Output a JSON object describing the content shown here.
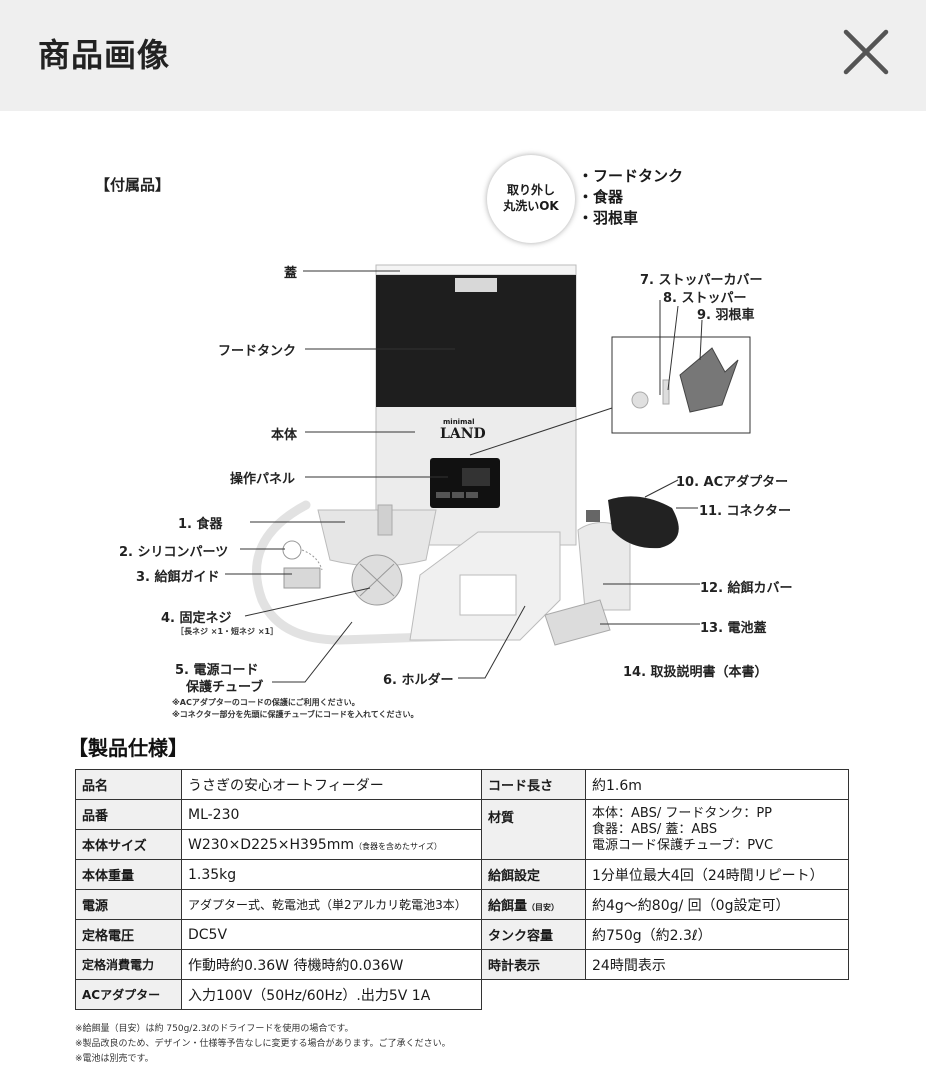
{
  "header": {
    "title": "商品画像"
  },
  "accessories": {
    "heading": "【付属品】",
    "badge": [
      "取り外し",
      "丸洗いOK"
    ],
    "washable": [
      "・フードタンク",
      "・食器",
      "・羽根車"
    ],
    "labels": {
      "lid": "蓋",
      "tank": "フードタンク",
      "body": "本体",
      "panel": "操作パネル",
      "p1": "1. 食器",
      "p2": "2. シリコンパーツ",
      "p3": "3. 給餌ガイド",
      "p4": "4. 固定ネジ",
      "p4sub": "［長ネジ ×1・短ネジ ×1］",
      "p5a": "5. 電源コード",
      "p5b": "保護チューブ",
      "p6": "6. ホルダー",
      "p7": "7. ストッパーカバー",
      "p8": "8. ストッパー",
      "p9": "9. 羽根車",
      "p10": "10. ACアダプター",
      "p11": "11. コネクター",
      "p12": "12. 給餌カバー",
      "p13": "13. 電池蓋",
      "p14": "14. 取扱説明書（本書）"
    },
    "device_logo": [
      "minimal",
      "LAND"
    ],
    "notes": [
      "※ACアダプターのコードの保護にご利用ください。",
      "※コネクター部分を先頭に保護チューブにコードを入れてください。"
    ]
  },
  "spec": {
    "heading": "【製品仕様】",
    "left": [
      {
        "k": "品名",
        "v": "うさぎの安心オートフィーダー"
      },
      {
        "k": "品番",
        "v": "ML-230"
      },
      {
        "k": "本体サイズ",
        "v": "W230×D225×H395mm",
        "vsub": "（食器を含めたサイズ）"
      },
      {
        "k": "本体重量",
        "v": "1.35kg"
      },
      {
        "k": "電源",
        "v": "アダプター式、乾電池式（単2アルカリ乾電池3本）"
      },
      {
        "k": "定格電圧",
        "v": "DC5V"
      },
      {
        "k": "定格消費電力",
        "v": "作動時約0.36W 待機時約0.036W"
      },
      {
        "k": "ACアダプター",
        "v": "入力100V（50Hz/60Hz）.出力5V 1A"
      }
    ],
    "right": {
      "cord_k": "コード長さ",
      "cord_v": "約1.6m",
      "mat_k": "材質",
      "mat_v": [
        "本体：ABS/ フードタンク：PP",
        "食器：ABS/ 蓋：ABS",
        "電源コード保護チューブ：PVC"
      ],
      "feed_k": "給餌設定",
      "feed_v": "1分単位最大4回（24時間リピート）",
      "amount_k": "給餌量",
      "amount_ksub": "（目安）",
      "amount_v": "約4g〜約80g/ 回（0g設定可）",
      "tank_k": "タンク容量",
      "tank_v": "約750g（約2.3ℓ）",
      "clock_k": "時計表示",
      "clock_v": "24時間表示"
    },
    "notes": [
      "※給餌量（目安）は約 750g/2.3ℓのドライフードを使用の場合です。",
      "※製品改良のため、デザイン・仕様等予告なしに変更する場合があります。ご了承ください。",
      "※電池は別売です。"
    ]
  }
}
